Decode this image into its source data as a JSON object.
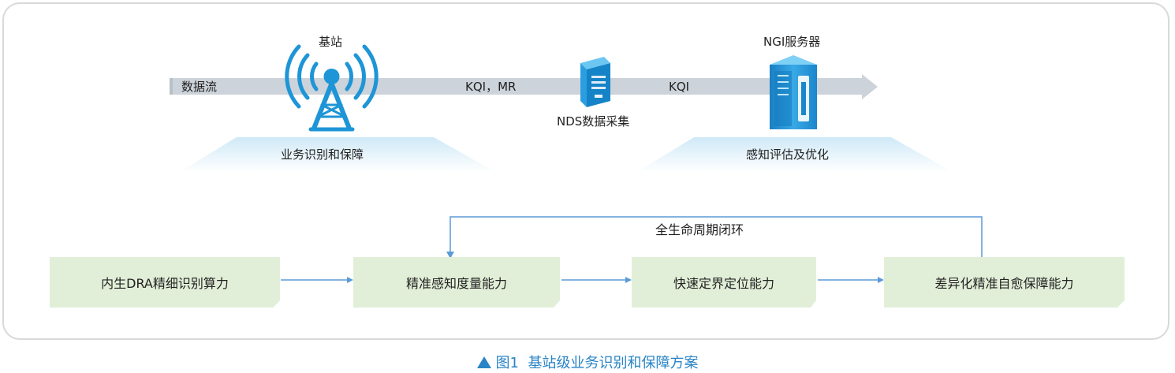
{
  "top": {
    "base_station_label": "基站",
    "data_flow_label": "数据流",
    "kqi_mr_label": "KQI，MR",
    "nds_label": "NDS数据采集",
    "kqi_label": "KQI",
    "ngi_label": "NGI服务器",
    "platform_left_label": "业务识别和保障",
    "platform_right_label": "感知评估及优化"
  },
  "loop_label": "全生命周期闭环",
  "flow_boxes": [
    "内生DRA精细识别算力",
    "精准感知度量能力",
    "快速定界定位能力",
    "差异化精准自愈保障能力"
  ],
  "caption": {
    "figure_number": "图1",
    "title": "基站级业务识别和保障方案"
  },
  "colors": {
    "accent_blue": "#2a84c6",
    "icon_blue": "#1e95d6",
    "box_green": "#e2efd8",
    "arrow_gray": "#c9cfd6",
    "connector_blue": "#5b9bd5"
  }
}
